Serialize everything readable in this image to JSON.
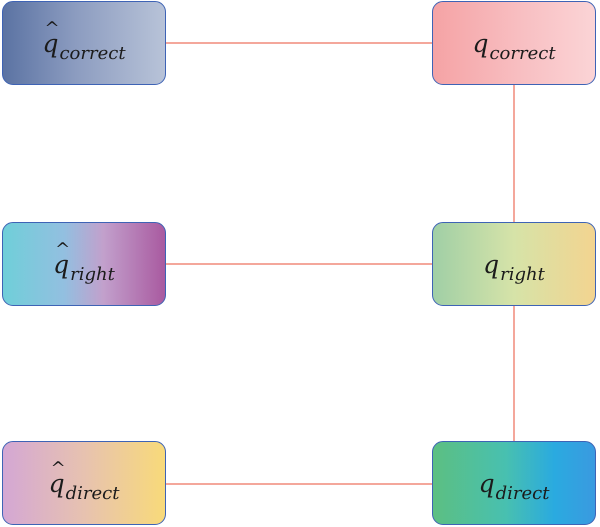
{
  "diagram": {
    "nodes": {
      "qhat_correct": {
        "symbol": "q",
        "hat": "^",
        "subscript": "correct"
      },
      "q_correct": {
        "symbol": "q",
        "subscript": "correct"
      },
      "qhat_right": {
        "symbol": "q",
        "hat": "^",
        "subscript": "right"
      },
      "q_right": {
        "symbol": "q",
        "subscript": "right"
      },
      "qhat_direct": {
        "symbol": "q",
        "hat": "^",
        "subscript": "direct"
      },
      "q_direct": {
        "symbol": "q",
        "subscript": "direct"
      }
    },
    "edges": [
      {
        "from": "qhat_correct",
        "to": "q_correct"
      },
      {
        "from": "q_correct",
        "to": "q_right"
      },
      {
        "from": "qhat_right",
        "to": "q_right"
      },
      {
        "from": "q_right",
        "to": "q_direct"
      },
      {
        "from": "qhat_direct",
        "to": "q_direct"
      }
    ],
    "colors": {
      "edge": "#f08a7a",
      "node_border": "#3e63b5"
    }
  }
}
